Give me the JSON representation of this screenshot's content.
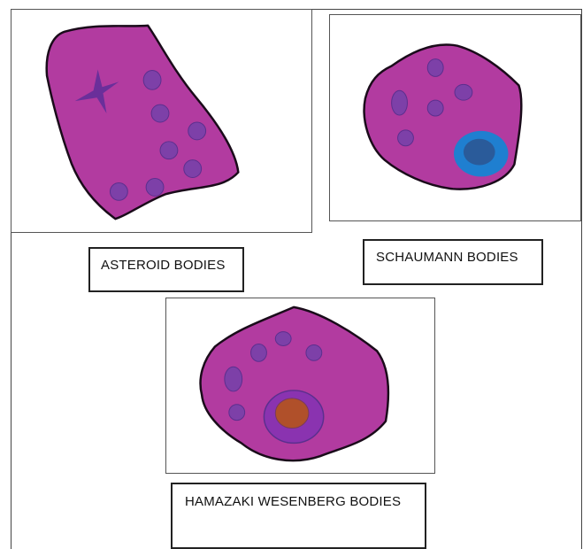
{
  "labels": {
    "asteroid": "ASTEROID BODIES",
    "schaumann": "SCHAUMANN BODIES",
    "hamazaki": "HAMAZAKI WESENBERG BODIES"
  },
  "colors": {
    "cytoplasm": "#b23ba0",
    "cytoplasm_outline": "#1a0b1a",
    "nucleus": "#7d40a8",
    "star": "#6a2f9a",
    "schaumann_body": "#1f7fd0",
    "schaumann_core": "#2a5b9a",
    "hamazaki_outer": "#8a33b0",
    "hamazaki_core": "#b0502a"
  }
}
